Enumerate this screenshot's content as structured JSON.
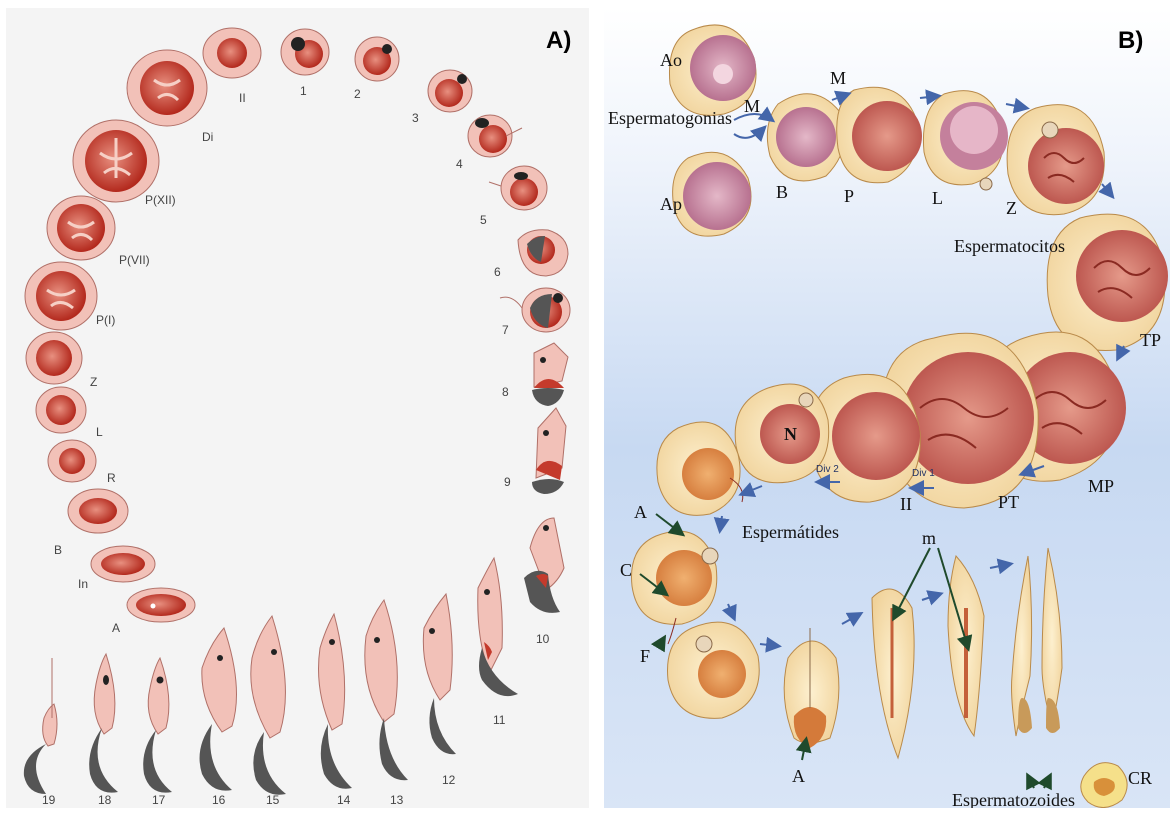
{
  "panel_a": {
    "tag": "A)",
    "stages": [
      {
        "key": "A",
        "label": "A"
      },
      {
        "key": "In",
        "label": "In"
      },
      {
        "key": "B",
        "label": "B"
      },
      {
        "key": "R",
        "label": "R"
      },
      {
        "key": "L",
        "label": "L"
      },
      {
        "key": "Z",
        "label": "Z"
      },
      {
        "key": "PI",
        "label": "P(I)"
      },
      {
        "key": "PVII",
        "label": "P(VII)"
      },
      {
        "key": "PXII",
        "label": "P(XII)"
      },
      {
        "key": "Di",
        "label": "Di"
      },
      {
        "key": "II",
        "label": "II"
      }
    ],
    "steps": [
      "1",
      "2",
      "3",
      "4",
      "5",
      "6",
      "7",
      "8",
      "9",
      "10",
      "11",
      "12",
      "13",
      "14",
      "15",
      "16",
      "17",
      "18",
      "19"
    ]
  },
  "panel_b": {
    "tag": "B)",
    "labels": {
      "ao": "Ao",
      "ap": "Ap",
      "espermatogonias": "Espermatogonias",
      "m1": "M",
      "m2": "M",
      "b": "B",
      "p": "P",
      "l": "L",
      "z": "Z",
      "espermatocitos": "Espermatocitos",
      "tp": "TP",
      "mp": "MP",
      "pt": "PT",
      "div1": "Div 1",
      "ii": "II",
      "div2": "Div 2",
      "n": "N",
      "espermatides": "Espermátides",
      "a1": "A",
      "c": "C",
      "f": "F",
      "m_lower": "m",
      "a2": "A",
      "espermatozoides": "Espermatozoides",
      "cr": "CR"
    }
  },
  "colors": {
    "cell_outer_a": "#f2c1b8",
    "nucleus_a": "#c43a2c",
    "acrosome_dark": "#333333",
    "cell_outer_b": "#f6dfaa",
    "nucleus_b_early": "#c98aa4",
    "nucleus_b_late": "#c5605a",
    "arrow_b": "#4466aa"
  }
}
